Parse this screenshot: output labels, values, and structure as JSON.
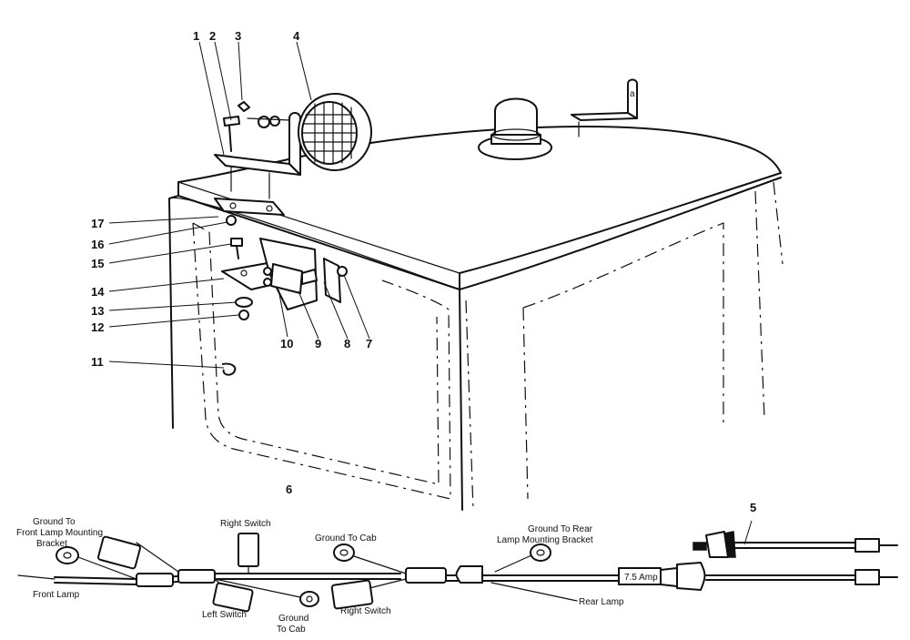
{
  "callouts": {
    "c1": "1",
    "c2": "2",
    "c3": "3",
    "c4": "4",
    "c5": "5",
    "c6": "6",
    "c7": "7",
    "c8": "8",
    "c9": "9",
    "c10": "10",
    "c11": "11",
    "c12": "12",
    "c13": "13",
    "c14": "14",
    "c15": "15",
    "c16": "16",
    "c17": "17"
  },
  "bracket_mark": "a",
  "harness": {
    "ground_front_line1": "Ground To",
    "ground_front_line2": "Front Lamp Mounting",
    "ground_front_line3": "Bracket",
    "front_lamp": "Front Lamp",
    "left_switch": "Left Switch",
    "right_switch_top": "Right Switch",
    "ground_to_cab_top": "Ground To Cab",
    "ground_to_cab_bottom_line1": "Ground",
    "ground_to_cab_bottom_line2": "To Cab",
    "right_switch_bottom": "Right Switch",
    "ground_rear_line1": "Ground To Rear",
    "ground_rear_line2": "Lamp Mounting Bracket",
    "rear_lamp": "Rear Lamp",
    "fuse": "7.5 Amp"
  }
}
